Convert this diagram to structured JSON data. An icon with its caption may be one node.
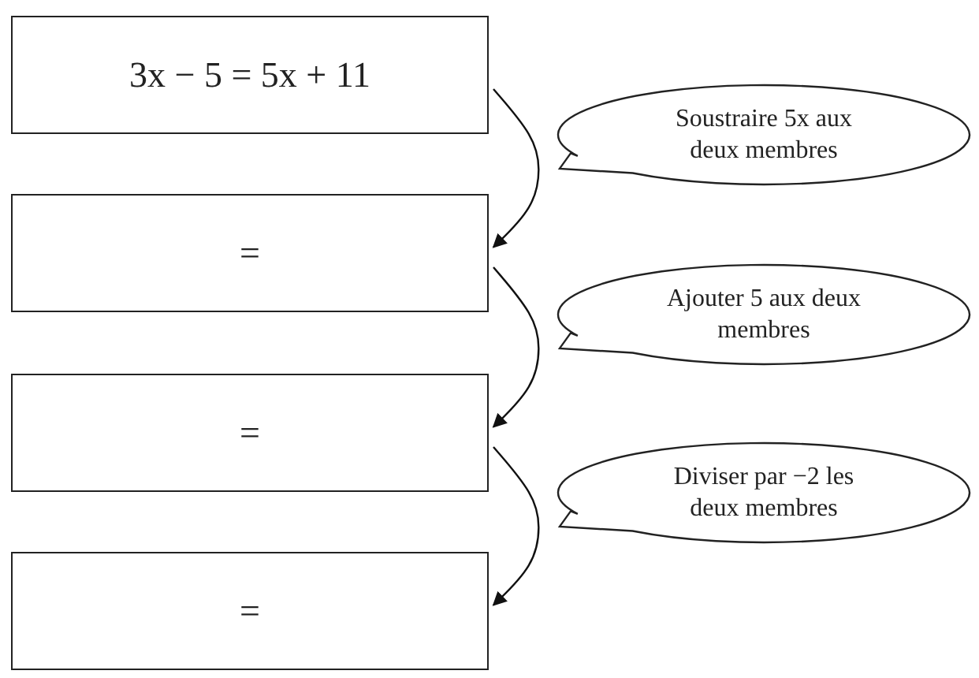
{
  "diagram": {
    "nodes": [
      {
        "text": [
          "3x − 5 = 5x + 11"
        ]
      },
      {
        "text": [
          "="
        ]
      },
      {
        "text": [
          "="
        ]
      },
      {
        "text": [
          "="
        ]
      },
      {
        "text": [
          "Soustraire 5x aux deux membres"
        ]
      },
      {
        "text": [
          "Ajouter 5 aux deux membres"
        ]
      },
      {
        "text": [
          "Diviser par −2 les deux membres"
        ]
      }
    ],
    "edges": [
      {
        "from": 0,
        "to": 1,
        "arrow": "to"
      },
      {
        "from": 1,
        "to": 2,
        "arrow": "to"
      },
      {
        "from": 2,
        "to": 3,
        "arrow": "to"
      }
    ]
  }
}
